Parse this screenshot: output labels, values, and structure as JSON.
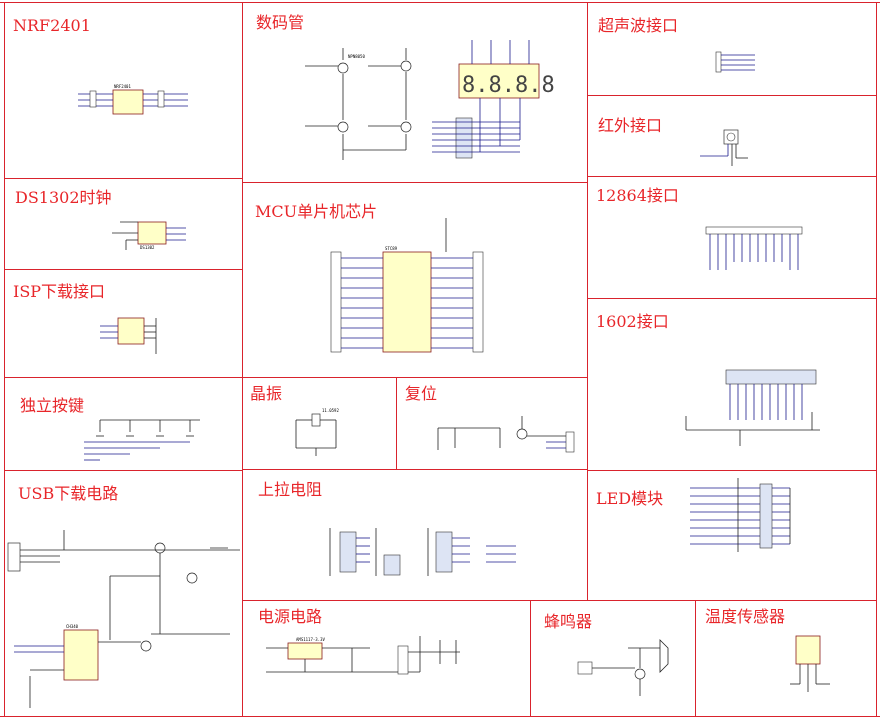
{
  "panels": {
    "nrf2401": "NRF2401",
    "seg_display": "数码管",
    "ultrasonic": "超声波接口",
    "infrared": "红外接口",
    "ds1302": "DS1302时钟",
    "mcu": "MCU单片机芯片",
    "lcd12864": "12864接口",
    "isp": "ISP下载接口",
    "lcd1602": "1602接口",
    "keys": "独立按键",
    "crystal": "晶振",
    "reset": "复位",
    "usb": "USB下载电路",
    "pullup": "上拉电阻",
    "led": "LED模块",
    "power": "电源电路",
    "buzzer": "蜂鸣器",
    "temp": "温度传感器"
  },
  "components": {
    "nrf_chip": "NRF2401",
    "ds1302_chip": "DS1302",
    "mcu_chip": "STC89",
    "usb_chip": "CH340",
    "regulator": "AMS1117-3.3V",
    "crystal_part": "11.0592",
    "transistor": "NPN8050",
    "seg_digits": "8.8.8.8"
  },
  "colors": {
    "title": "#e8262a",
    "border": "#d9232d",
    "chip_fill": "#ffffc8",
    "wire": "#1a1a8c"
  }
}
